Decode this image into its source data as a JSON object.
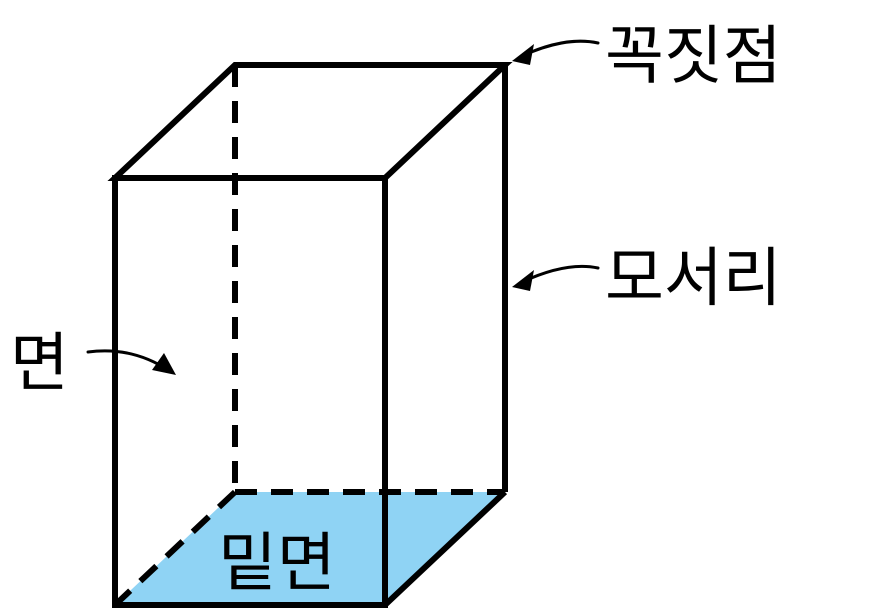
{
  "labels": {
    "vertex": "꼭짓점",
    "edge": "모서리",
    "face": "면",
    "base": "밑면"
  },
  "colors": {
    "line": "#000000",
    "base_fill": "#8fd3f4",
    "background": "#ffffff"
  }
}
